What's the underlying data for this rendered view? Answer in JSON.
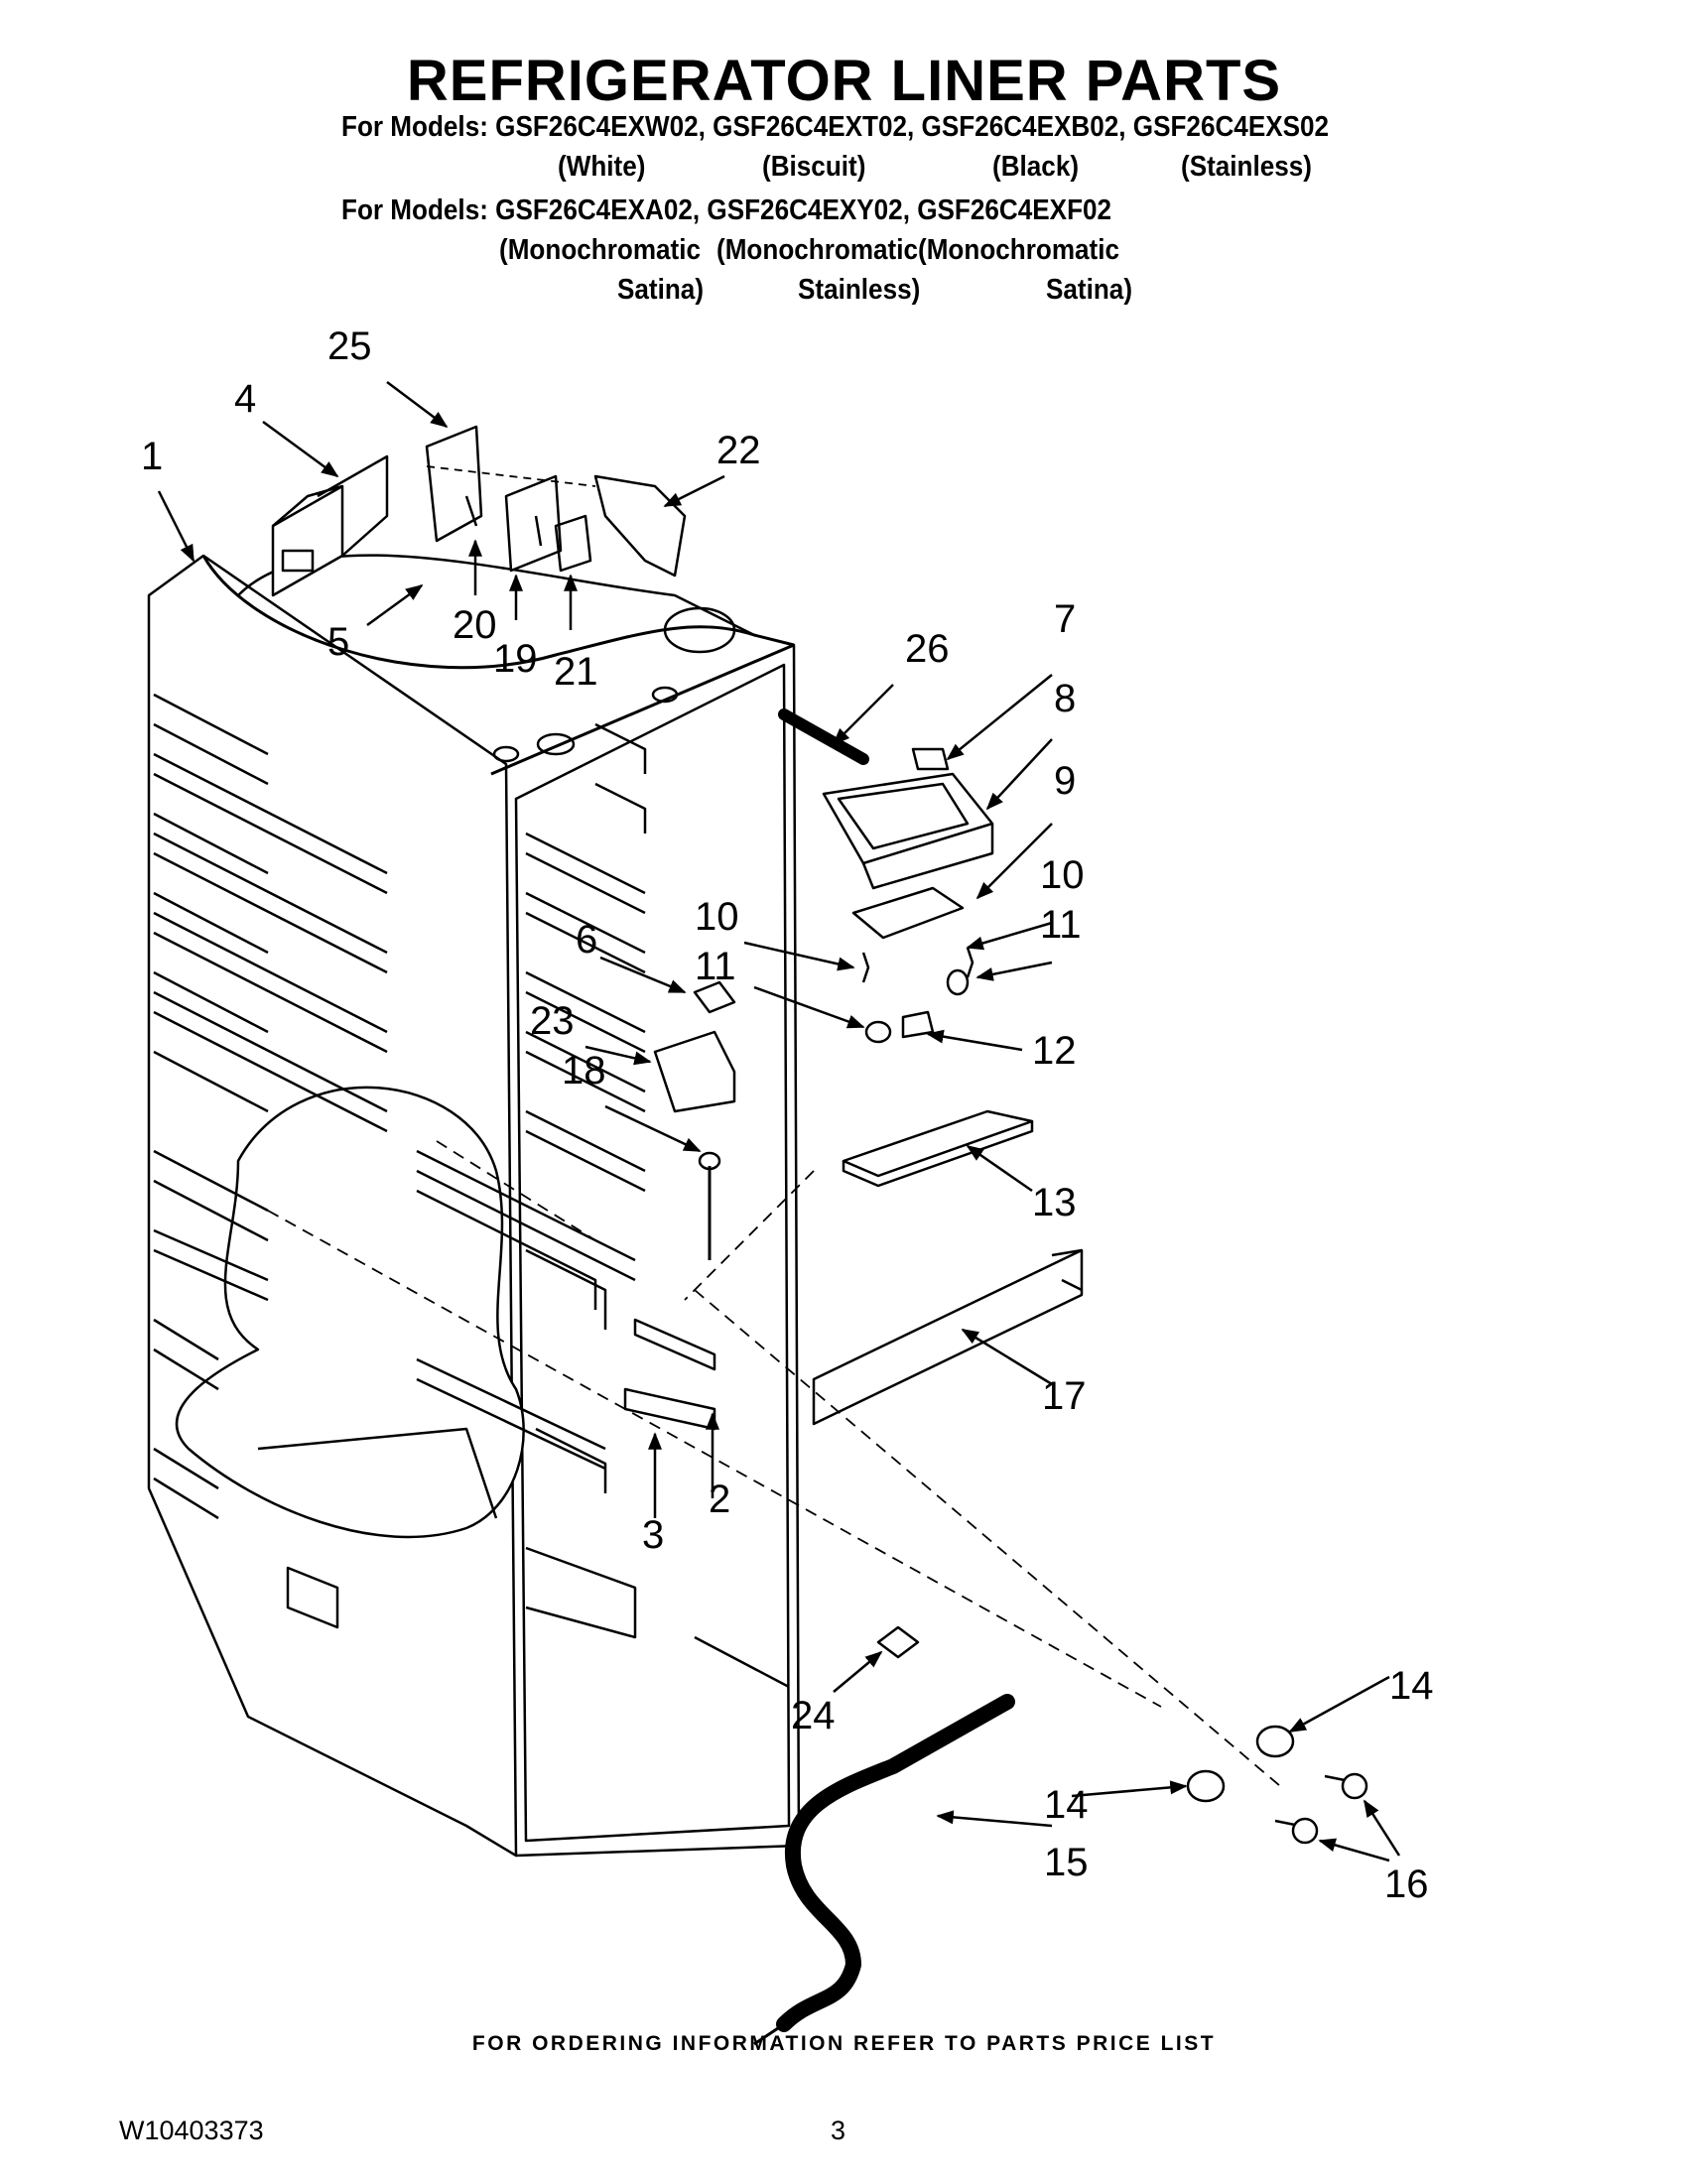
{
  "header": {
    "title": "REFRIGERATOR LINER PARTS",
    "line1": "For Models: GSF26C4EXW02, GSF26C4EXT02, GSF26C4EXB02, GSF26C4EXS02",
    "line1_colors": [
      "(White)",
      "(Biscuit)",
      "(Black)",
      "(Stainless)"
    ],
    "line2": "For Models: GSF26C4EXA02, GSF26C4EXY02, GSF26C4EXF02",
    "line2_colors_a": [
      "(Monochromatic",
      "(Monochromatic",
      "(Monochromatic"
    ],
    "line2_colors_b": [
      "Satina)",
      "Stainless)",
      "Satina)"
    ]
  },
  "callouts": [
    "1",
    "2",
    "3",
    "4",
    "5",
    "6",
    "7",
    "8",
    "9",
    "10",
    "10",
    "11",
    "11",
    "12",
    "13",
    "14",
    "14",
    "15",
    "16",
    "17",
    "18",
    "19",
    "20",
    "21",
    "22",
    "23",
    "24",
    "25",
    "26"
  ],
  "footer": {
    "note": "FOR ORDERING INFORMATION REFER TO PARTS PRICE LIST",
    "doc_number": "W10403373",
    "page_number": "3"
  }
}
